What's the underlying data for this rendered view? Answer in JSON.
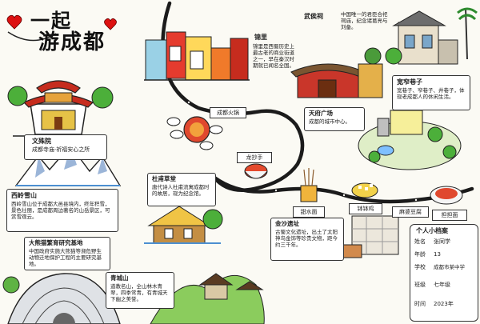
{
  "title": {
    "line1": "一起",
    "line2": "游成都"
  },
  "places": {
    "wenshu": {
      "name": "文殊院",
      "desc": "成都寺庙·祈福安心之所"
    },
    "xiling": {
      "name": "西岭雪山",
      "desc": "西岭雪山位于成都大邑县境内，终年积雪，景色壮丽，是成都周边著名的山岳景区，可赏雪观云。"
    },
    "panda": {
      "name": "大熊猫繁育研究基地",
      "desc": "中国政府实施大熊猫等濒危野生动物迁地保护工程的主要研究基地。"
    },
    "kuanzhai": {
      "name": "宽窄巷子",
      "desc": "宽巷子、窄巷子、井巷子，体现老成都人的休闲生活。"
    },
    "jinli": {
      "name": "锦里",
      "desc": "锦里是西蜀历史上最古老的商业街道之一，早在秦汉时期就已闻名全国。"
    },
    "wuhou": {
      "name": "武侯祠",
      "desc": "中国唯一的君臣合祀祠庙，纪念诸葛亮与刘备。"
    },
    "tianfu": {
      "name": "天府广场",
      "desc": "成都的城市中心。"
    },
    "dufu": {
      "name": "杜甫草堂",
      "desc": "唐代诗人杜甫流寓成都时的故居，现为纪念馆。"
    },
    "jinsha": {
      "name": "金沙遗址",
      "desc": "古蜀文化遗址，出土了太阳神鸟金饰等珍贵文物，距今约三千年。"
    },
    "qingcheng": {
      "name": "青城山",
      "desc": "道教名山，全山林木青翠，四季常青，有青城天下幽之美誉。"
    }
  },
  "foods": {
    "hotpot": "成都火锅",
    "chaoshou": "龙抄手",
    "tiandouhua": "甜水面",
    "boboji": "钵钵鸡",
    "mapo": "麻婆豆腐",
    "dandan": "担担面"
  },
  "profile": {
    "header": "个人小档案",
    "name_label": "姓名",
    "name_value": "张同学",
    "age_label": "年龄",
    "age_value": "13",
    "school_label": "学校",
    "school_value": "成都市某中学",
    "class_label": "班级",
    "class_value": "七年级",
    "date_label": "时间",
    "date_value": "2023年"
  }
}
